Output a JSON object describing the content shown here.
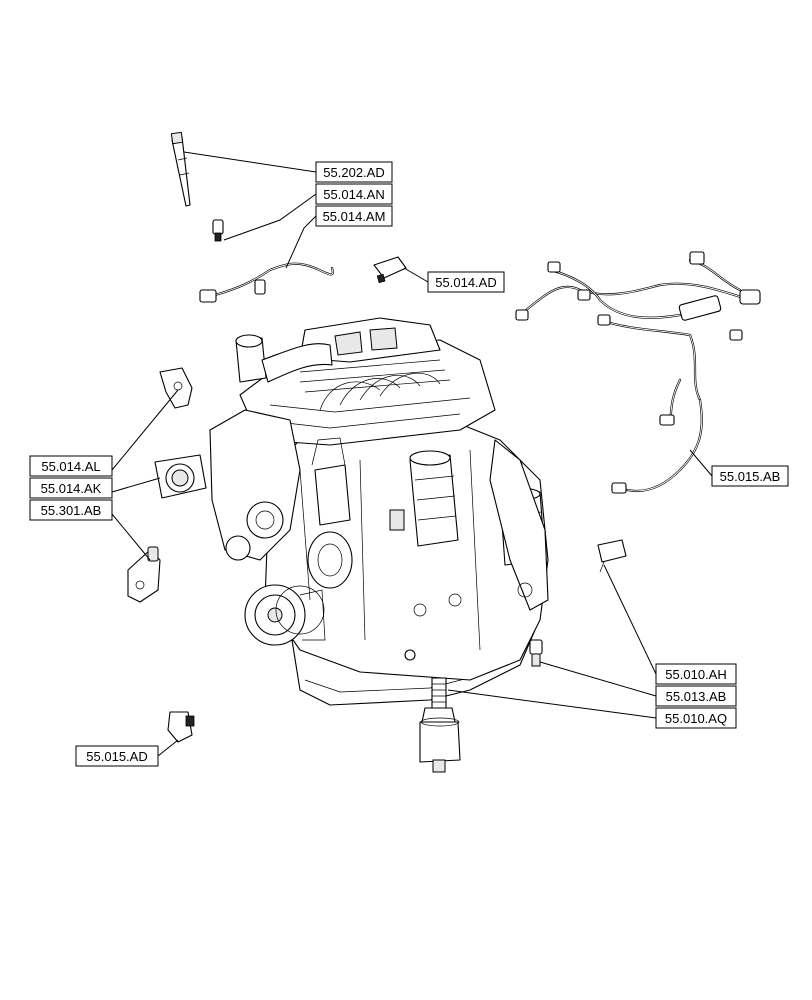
{
  "callouts": [
    {
      "id": "glow-plug",
      "label": "55.202.AD"
    },
    {
      "id": "sensor-an",
      "label": "55.014.AN"
    },
    {
      "id": "sensor-am",
      "label": "55.014.AM"
    },
    {
      "id": "sensor-ad",
      "label": "55.014.AD"
    },
    {
      "id": "bracket-al",
      "label": "55.014.AL"
    },
    {
      "id": "throttle-body-ak",
      "label": "55.014.AK"
    },
    {
      "id": "actuator-ab",
      "label": "55.301.AB"
    },
    {
      "id": "wiring-harness-ab",
      "label": "55.015.AB"
    },
    {
      "id": "sensor-ah",
      "label": "55.010.AH"
    },
    {
      "id": "switch-ab",
      "label": "55.013.AB"
    },
    {
      "id": "pressure-sensor-aq",
      "label": "55.010.AQ"
    },
    {
      "id": "speed-sensor-ad",
      "label": "55.015.AD"
    }
  ]
}
